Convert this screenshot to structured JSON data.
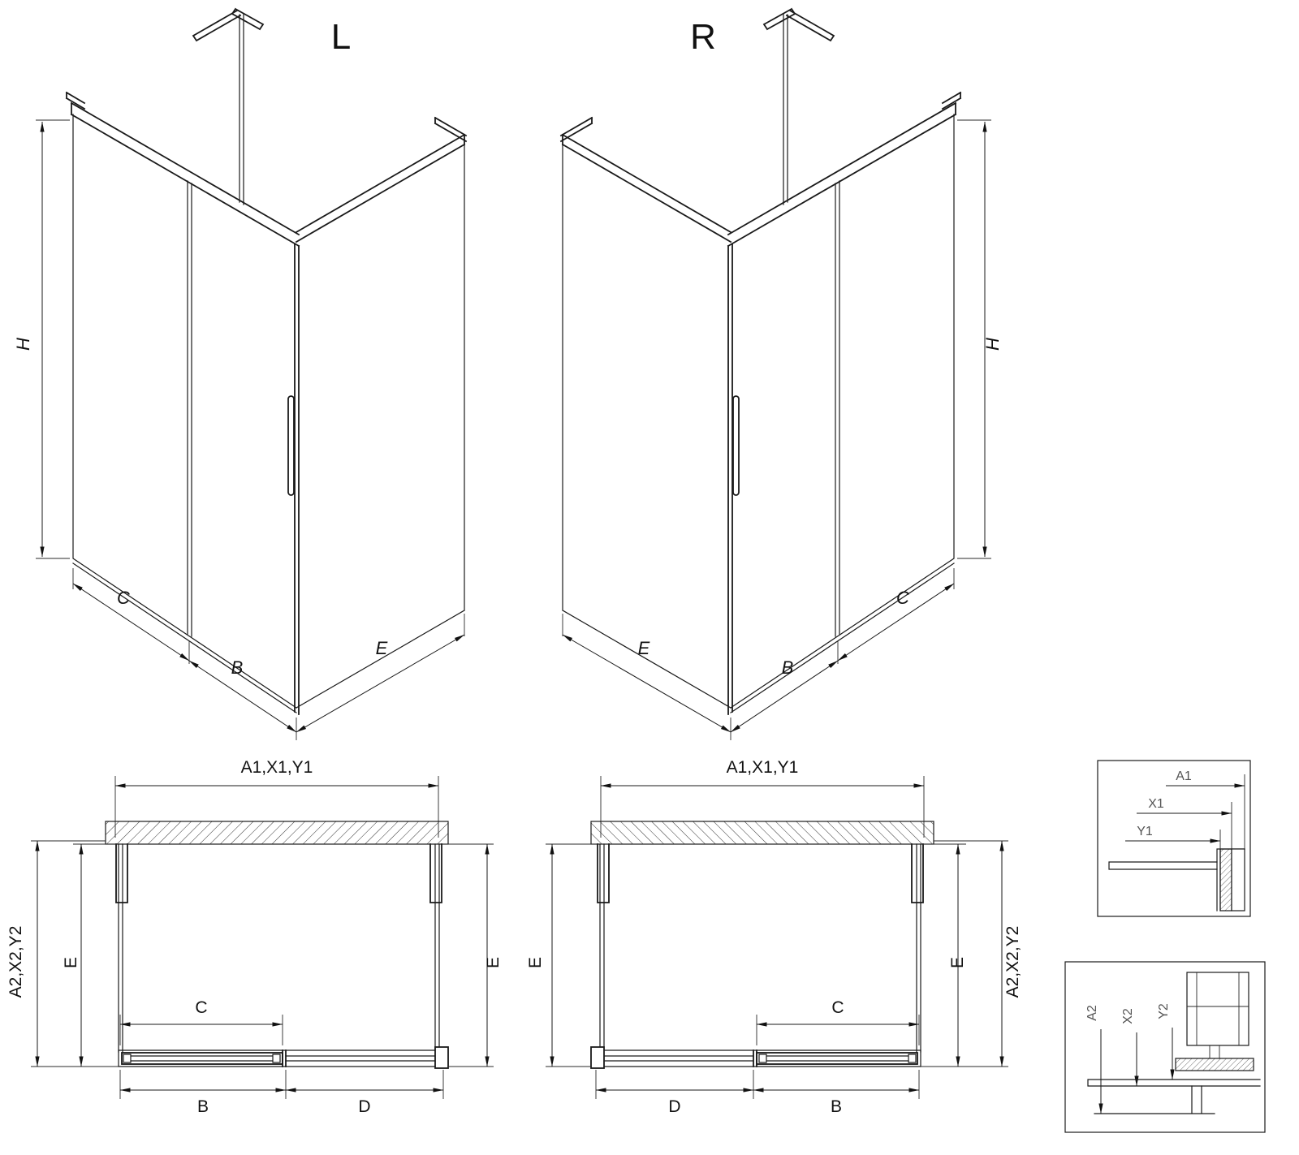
{
  "drawing": {
    "iso_left": {
      "title": "L",
      "dim_h": "H",
      "dim_c": "C",
      "dim_b": "B",
      "dim_e": "E"
    },
    "iso_right": {
      "title": "R",
      "dim_h": "H",
      "dim_c": "C",
      "dim_b": "B",
      "dim_e": "E"
    },
    "plan_left": {
      "dim_width": "A1,X1,Y1",
      "dim_depth_side": "A2,X2,Y2",
      "dim_e_left": "E",
      "dim_e_right": "E",
      "dim_c": "C",
      "dim_b": "B",
      "dim_d": "D"
    },
    "plan_right": {
      "dim_width": "A1,X1,Y1",
      "dim_depth_side": "A2,X2,Y2",
      "dim_e_left": "E",
      "dim_e_right": "E",
      "dim_c": "C",
      "dim_b": "B",
      "dim_d": "D"
    },
    "detail_top": {
      "dim_a1": "A1",
      "dim_x1": "X1",
      "dim_y1": "Y1"
    },
    "detail_bottom": {
      "dim_a2": "A2",
      "dim_x2": "X2",
      "dim_y2": "Y2"
    }
  },
  "colors": {
    "line": "#1a1a1a",
    "detail_label": "#555555",
    "background": "#ffffff"
  }
}
